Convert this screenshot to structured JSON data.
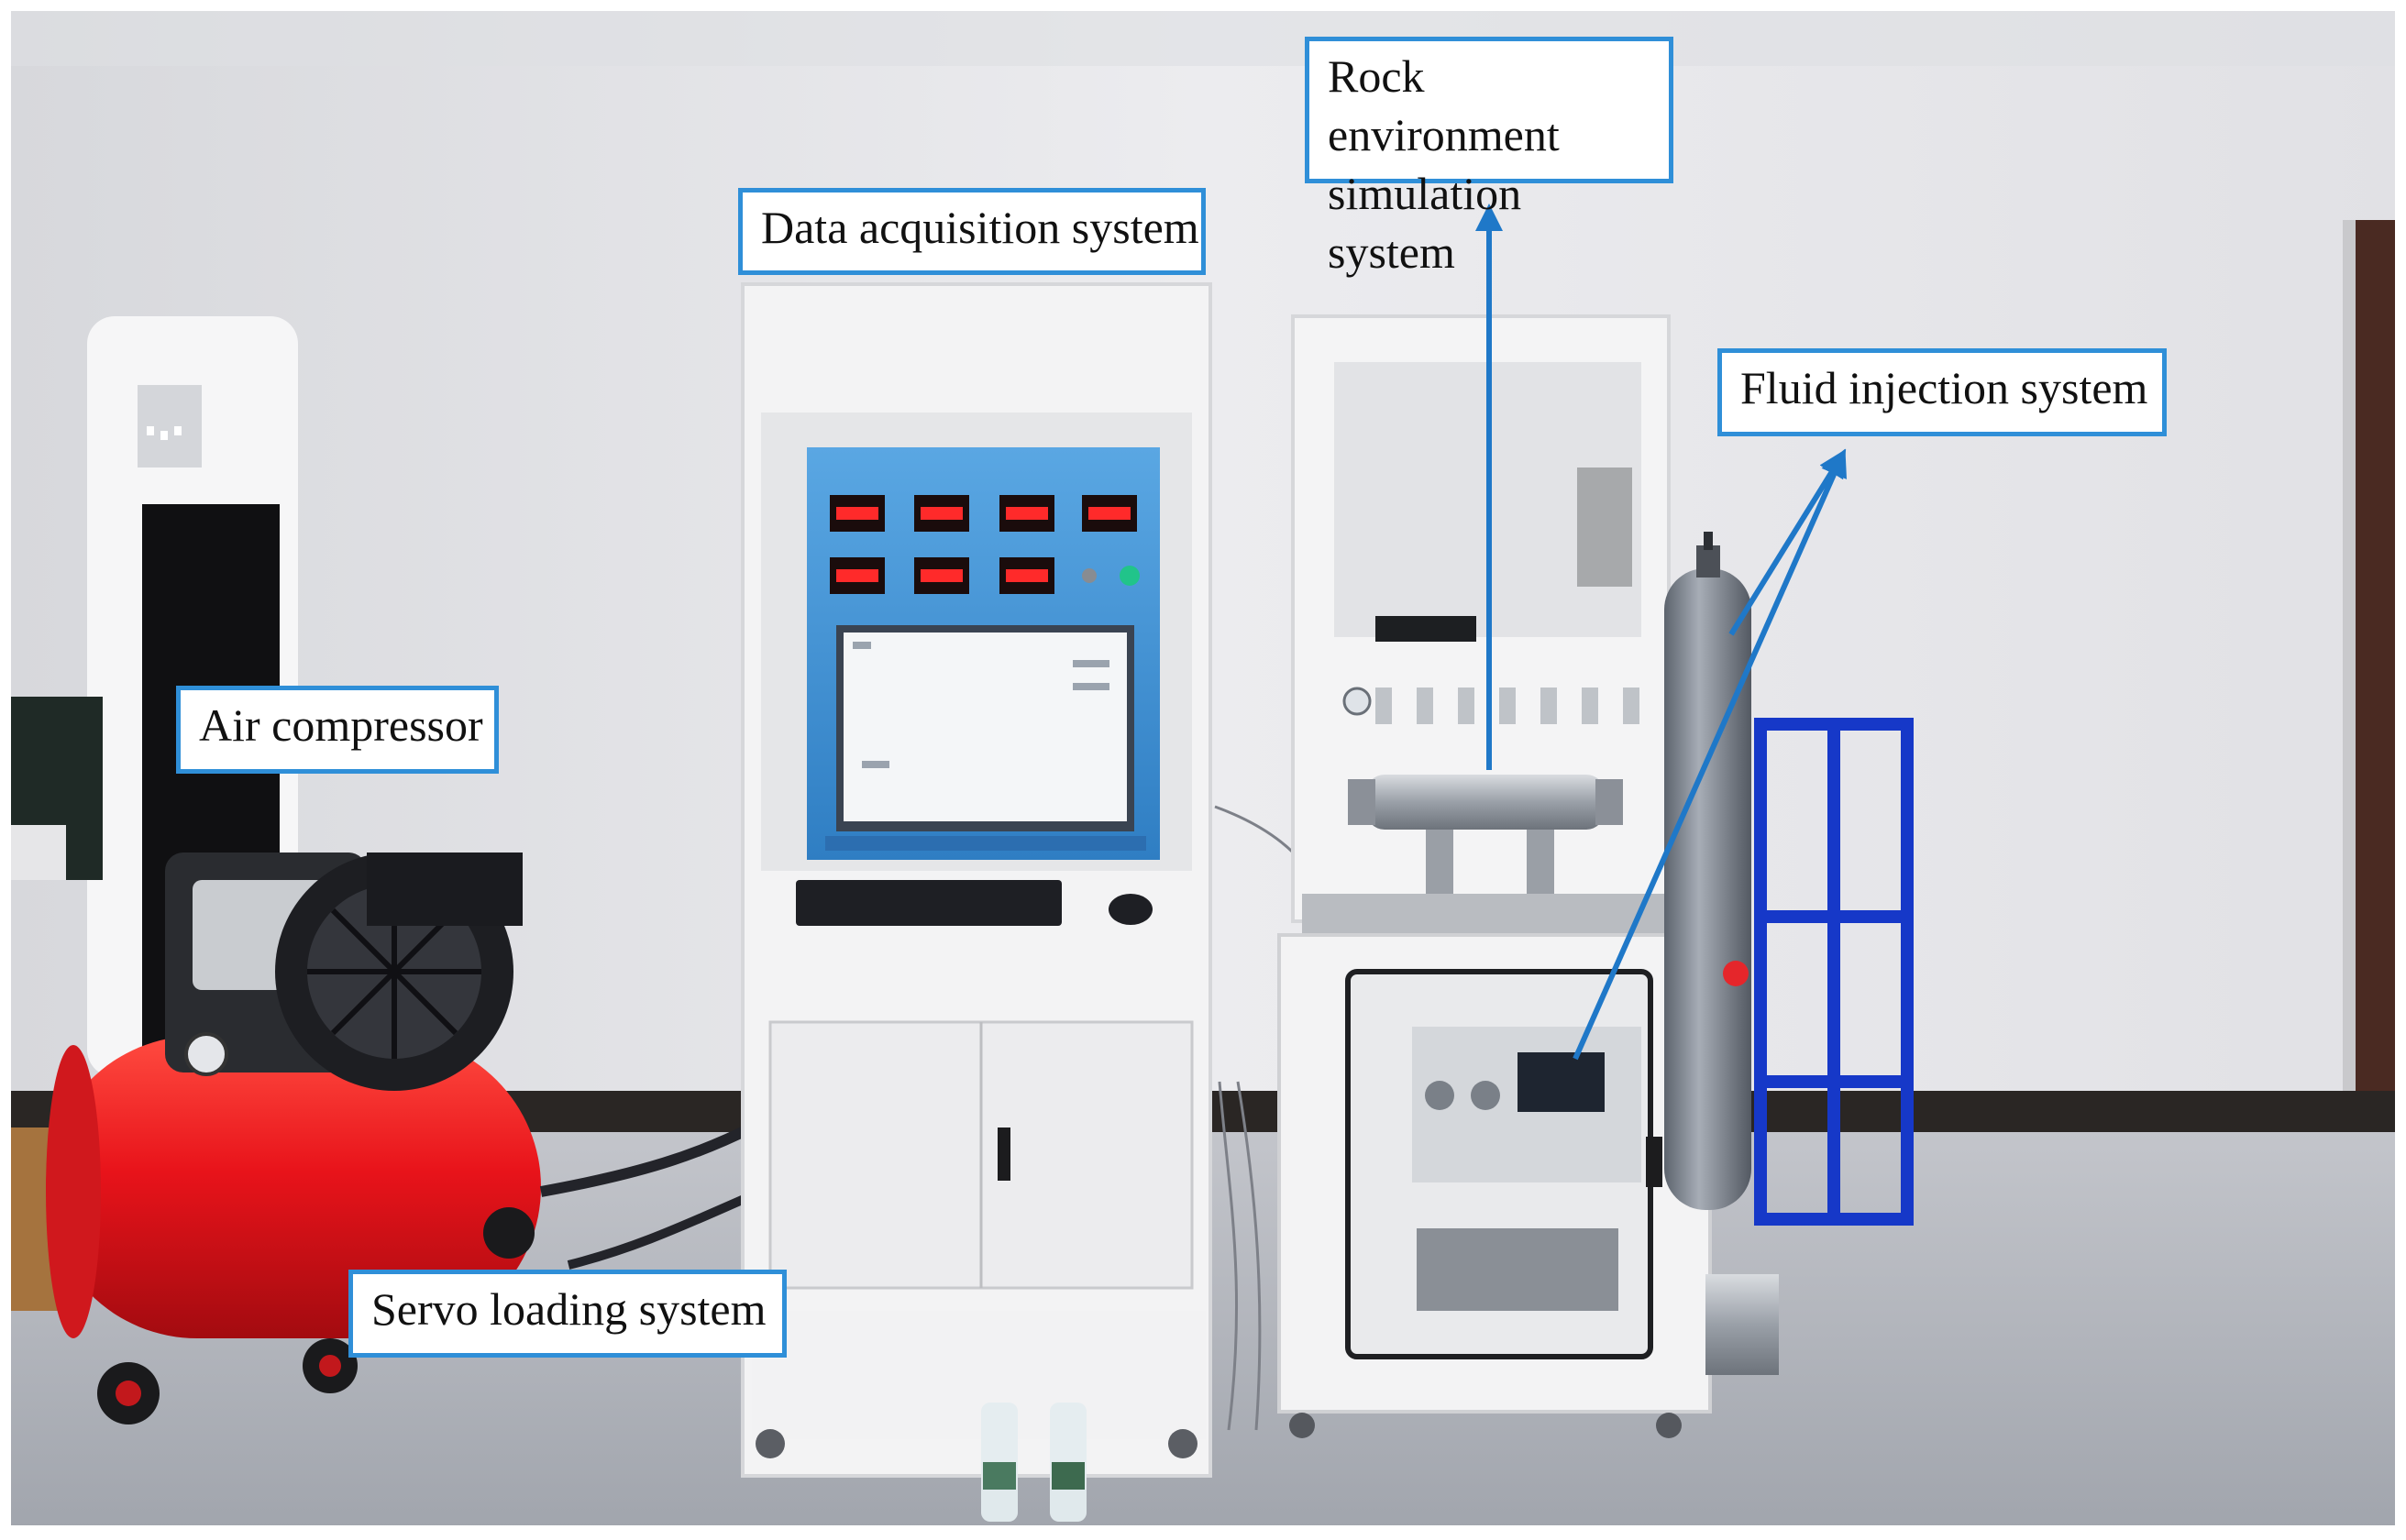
{
  "figure": {
    "labels": {
      "data_acquisition": "Data acquisition system",
      "rock_environment": "Rock environment simulation system",
      "fluid_injection": "Fluid injection system",
      "air_compressor": "Air compressor",
      "servo_loading": "Servo loading system"
    },
    "colors": {
      "callout_border": "#2f8fd8",
      "arrow": "#1f78c8",
      "wall": "#e9e9ec",
      "floor": "#aeb1b8",
      "compressor_red": "#e8131a",
      "panel_blue": "#3f8fd0",
      "rack_blue": "#1638c8"
    },
    "icons": [
      "air-conditioner",
      "air-compressor",
      "control-cabinet",
      "monitor",
      "keyboard",
      "mouse",
      "rock-test-cabinet",
      "gas-cylinder",
      "cylinder-rack",
      "water-bottle"
    ]
  }
}
